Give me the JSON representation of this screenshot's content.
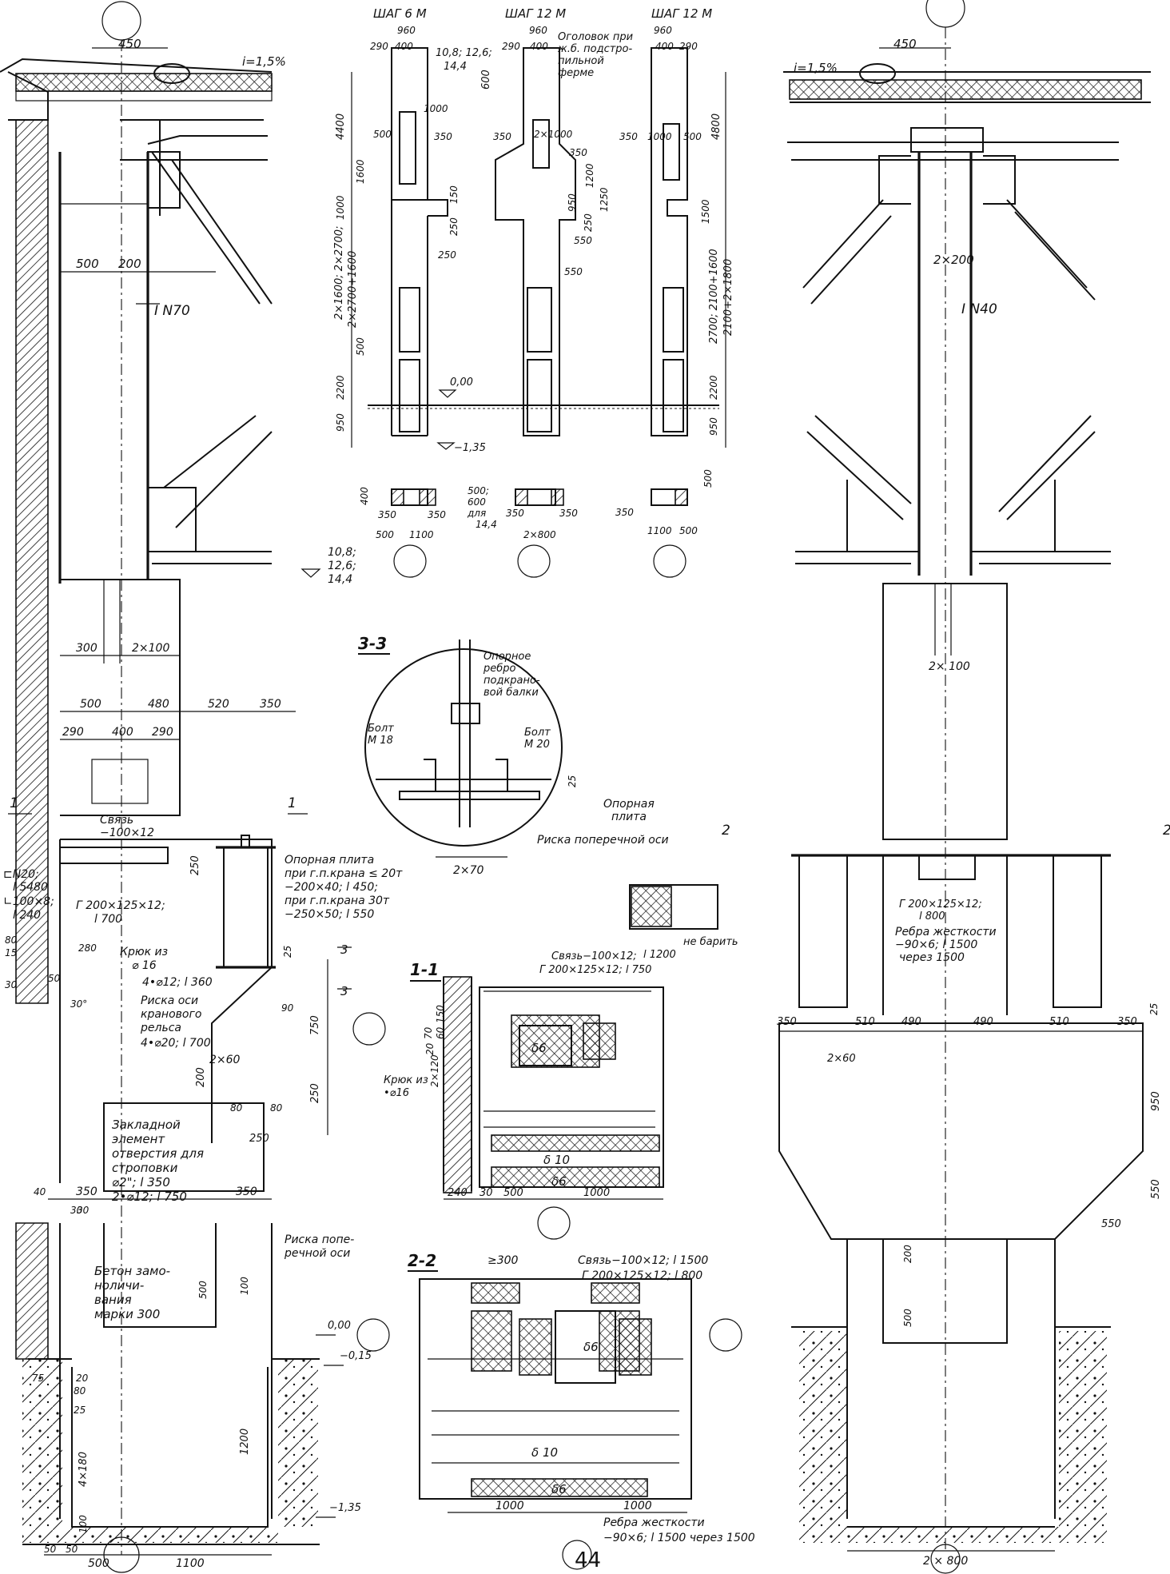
{
  "page_number": "44",
  "slope": {
    "left": "i=1,5%",
    "right": "i=1,5%"
  },
  "top_dims": {
    "left_450": "450",
    "right_450": "450"
  },
  "left_column": {
    "beam_label": "I N70",
    "dim_500": "500",
    "dim_200": "200",
    "elev_a": "10,8;",
    "elev_b": "12,6;",
    "elev_c": "14,4",
    "dim_300": "300",
    "dim_2x100": "2×100",
    "dim_500b": "500",
    "dim_480": "480",
    "dim_520": "520",
    "dim_350": "350",
    "dim_290a": "290",
    "dim_400": "400",
    "dim_290b": "290",
    "sec1": "1",
    "sec1b": "1",
    "svyaz": "Связь",
    "svyaz2": "−100×12",
    "n20": "⊏N20;",
    "l5480": "l 5480",
    "ang100": "∟100×8;",
    "l240": "l 240",
    "angle200": "Γ 200×125×12;",
    "l700": "l 700",
    "dim_250": "250",
    "plate1": "Опорная плита",
    "plate2": "при г.п.крана ≤ 20т",
    "plate3": "−200×40; l 450;",
    "plate4": "при г.п.крана 30т",
    "plate5": "−250×50; l 550",
    "hook1": "Крюк из",
    "hook2": "⌀ 16",
    "d80": "80",
    "d15": "15",
    "d30": "30",
    "d50": "50",
    "d280": "280",
    "d30b": "30°",
    "r1": "4•⌀12; l 360",
    "axis1": "Риска оси",
    "axis2": "кранового",
    "axis3": "рельса",
    "r2": "4•⌀20; l 700",
    "d25": "25",
    "d90": "90",
    "d750": "750",
    "d2x60": "2×60",
    "d250b": "250",
    "d200": "200",
    "d80b": "80",
    "d80c": "80",
    "d250c": "250",
    "emb1": "Закладной",
    "emb2": "элемент",
    "emb3": "отверстия для",
    "emb4": "строповки",
    "emb5": "⌀2\"; l 350",
    "emb6": "2•⌀12; l 750",
    "d350a": "350",
    "d350b": "350",
    "d30c": "30",
    "d40": "40",
    "d30d": "30",
    "s3": "3",
    "s3b": "3"
  },
  "foundation_left": {
    "conc1": "Бетон замо-",
    "conc2": "ноличи-",
    "conc3": "вания",
    "conc4": "марки 300",
    "risk1": "Риска попе-",
    "risk2": "речной оси",
    "e000": "0,00",
    "e015": "−0,15",
    "e135": "−1,35",
    "d75": "75",
    "d20": "20",
    "d100": "100",
    "d500": "500",
    "d1200": "1200",
    "d25": "25",
    "d80": "80",
    "d4x180": "4×180",
    "d100b": "100",
    "d50a": "50",
    "d50b": "50",
    "d500b": "500",
    "d1100": "1100"
  },
  "middle_top": {
    "step1": "ШАГ 6 М",
    "step2": "ШАГ 12 М",
    "step3": "ШАГ 12 М",
    "d960a": "960",
    "d290a": "290",
    "d400a": "400",
    "d960b": "960",
    "d290b": "290",
    "d400b": "400",
    "d960c": "960",
    "d400c": "400",
    "d290c": "290",
    "e108": "10,8; 12,6;",
    "e144": "14,4",
    "head1": "Оголовок при",
    "head2": "ж.б. подстро-",
    "head3": "пильной",
    "head4": "ферме",
    "d600": "600",
    "d4400": "4400",
    "d1000a": "1000",
    "d350a": "350",
    "d500a": "500",
    "d1600": "1600",
    "d150": "150",
    "d250": "250",
    "d1000": "1000",
    "d250x": "250",
    "d350b": "350",
    "d2x1000": "2×1000",
    "d350c": "350",
    "d1200": "1200",
    "d950": "950",
    "d1250": "1250",
    "d250d": "250",
    "d550a": "550",
    "d550b": "550",
    "d350d": "350",
    "d1000b": "1000",
    "d500b": "500",
    "d4800": "4800",
    "d1500": "1500",
    "hl": "2×1600; 2×2700;",
    "hl2": "2×2700+1600",
    "hr": "2700; 2100+1600",
    "hr2": "2100+2×1800",
    "d500c": "500",
    "d2200a": "2200",
    "d950a": "950",
    "e000": "0,00",
    "e135": "−1,35",
    "d2200b": "2200",
    "d950b": "950"
  },
  "middle_sections": {
    "a400": "400",
    "a350a": "350",
    "a350b": "350",
    "a500": "500",
    "a1100": "1100",
    "b500": "500;",
    "b600": "600",
    "b_dlya": "для",
    "b144": "14,4",
    "b350a": "350",
    "b350b": "350",
    "b2x800": "2×800",
    "c500": "500",
    "c350": "350",
    "c1100": "1100",
    "c500b": "500"
  },
  "section_33": {
    "title": "3-3",
    "rib1": "Опорное",
    "rib2": "ребро",
    "rib3": "подкрано-",
    "rib4": "вой балки",
    "bolt1": "Болт",
    "bolt1b": "М 18",
    "bolt2": "Болт",
    "bolt2b": "М 20",
    "d25": "25",
    "pl1": "Опорная",
    "pl2": "плита",
    "ax": "Риска поперечной оси",
    "d2x70": "2×70"
  },
  "section_11": {
    "title": "1-1",
    "nodrill": "не барить",
    "l1200": "l 1200",
    "svyaz": "Связь−100×12;",
    "angle": "Γ 200×125×12; l 750",
    "d150": "150",
    "d60": "60",
    "d70": "70",
    "d20": "20",
    "d2x120": "2×120",
    "d6": "δ6",
    "d10": "δ 10",
    "d6b": "δ6",
    "hook1": "Крюк из",
    "hook2": "•⌀16",
    "d240": "240",
    "d30": "30",
    "d500": "500",
    "d1000": "1000"
  },
  "section_22": {
    "title": "2-2",
    "d300": "≥300",
    "svyaz": "Связь−100×12; l 1500",
    "angle": "Γ 200×125×12; l 800",
    "d6": "δ6",
    "d10": "δ 10",
    "d6b": "δ6",
    "d1000a": "1000",
    "d1000b": "1000",
    "rib1": "Ребра жесткости",
    "rib2": "−90×6; l 1500  через 1500"
  },
  "right_column": {
    "beam_label": "I N40",
    "d2x200": "2×200",
    "d2x100": "2× 100",
    "sec2": "2",
    "sec2b": "2",
    "angle": "Γ 200×125×12;",
    "l800": "l 800",
    "rib1": "Ребра жесткости",
    "rib2": "−90×6; l 1500",
    "rib3": "через 1500",
    "d25": "25",
    "d350a": "350",
    "d510a": "510",
    "d490a": "490",
    "d490b": "490",
    "d510b": "510",
    "d350b": "350",
    "d950": "950",
    "d2x60": "2×60",
    "d550": "550",
    "d550b": "550",
    "d200": "200",
    "d500": "500",
    "d2x800": "2 × 800"
  }
}
